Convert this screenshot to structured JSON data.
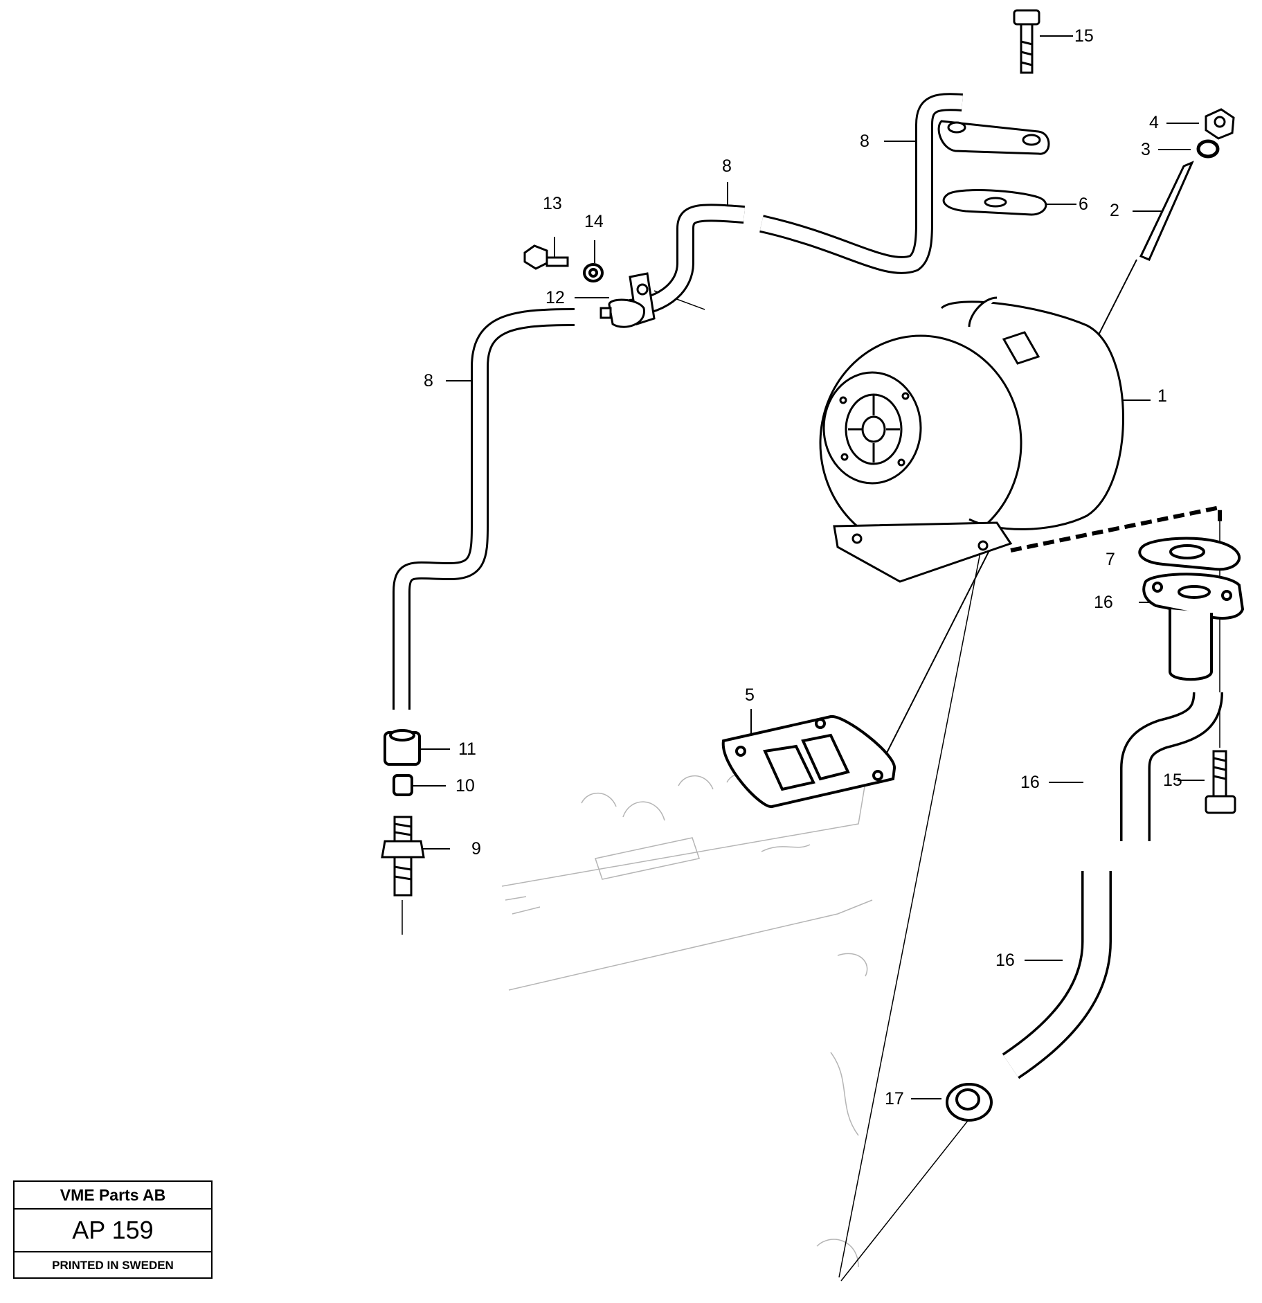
{
  "callouts": {
    "c1": "1",
    "c2": "2",
    "c3": "3",
    "c4": "4",
    "c5": "5",
    "c6": "6",
    "c7": "7",
    "c8a": "8",
    "c8b": "8",
    "c8c": "8",
    "c9": "9",
    "c10": "10",
    "c11": "11",
    "c12": "12",
    "c13": "13",
    "c14": "14",
    "c15a": "15",
    "c15b": "15",
    "c16a": "16",
    "c16b": "16",
    "c16c": "16",
    "c17": "17"
  },
  "stamp": {
    "company": "VME Parts AB",
    "code": "AP 159",
    "printed": "PRINTED IN SWEDEN"
  }
}
